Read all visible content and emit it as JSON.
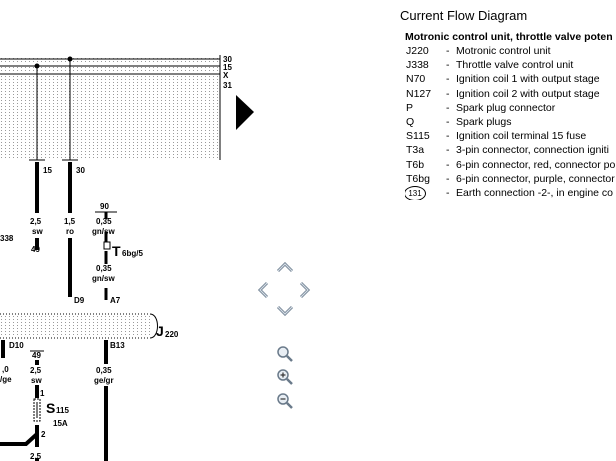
{
  "title": "Current Flow Diagram",
  "legend": {
    "heading": "Motronic control unit, throttle valve poten",
    "items": [
      {
        "code": "J220",
        "desc": "Motronic control unit"
      },
      {
        "code": "J338",
        "desc": "Throttle valve control unit"
      },
      {
        "code": "N70",
        "desc": "Ignition coil 1 with output stage"
      },
      {
        "code": "N127",
        "desc": "Ignition coil 2 with output stage"
      },
      {
        "code": "P",
        "desc": "Spark plug connector"
      },
      {
        "code": "Q",
        "desc": "Spark plugs"
      },
      {
        "code": "S115",
        "desc": "Ignition coil terminal 15 fuse"
      },
      {
        "code": "T3a",
        "desc": "3-pin connector, connection igniti"
      },
      {
        "code": "T6b",
        "desc": "6-pin connector, red, connector po"
      },
      {
        "code": "T6bg",
        "desc": "6-pin connector, purple, connector"
      },
      {
        "code": "131",
        "desc": "Earth connection -2-, in engine co",
        "earth": true
      }
    ]
  },
  "diagram": {
    "bus_labels": [
      "30",
      "15",
      "X",
      "31"
    ],
    "terminal_15": "15",
    "terminal_30": "30",
    "terminal_90": "90",
    "wire_left": {
      "size": "2,5",
      "color": "sw",
      "pin": "49"
    },
    "wire_mid": {
      "size": "1,5",
      "color": "ro",
      "pin": "D9"
    },
    "wire_right_top": {
      "size": "0,35",
      "color": "gn/sw"
    },
    "wire_right_mid": {
      "size": "0,35",
      "color": "gn/sw",
      "pin": "A7"
    },
    "connector_t6bg": {
      "letter": "T",
      "sub": "6bg/5"
    },
    "left_cut_label": "338",
    "j220": {
      "letter": "J",
      "sub": "220"
    },
    "pin_d10": "D10",
    "pin_b13": "B13",
    "wire_lower_left": {
      "size": ",0",
      "color": "/ge"
    },
    "wire_lower_mid": {
      "pin": "49",
      "size": "2,5",
      "color": "sw"
    },
    "wire_lower_right": {
      "size": "0,35",
      "color": "ge/gr"
    },
    "fuse": {
      "letter": "S",
      "sub": "115",
      "rating": "15A",
      "pin_top": "1",
      "pin_bottom": "2"
    },
    "wire_bottom": {
      "size": "2,5"
    }
  },
  "icons": {
    "page_next": "triangle-right-icon",
    "pan_up": "chevron-up-icon",
    "pan_left": "chevron-left-icon",
    "pan_right": "chevron-right-icon",
    "pan_down": "chevron-down-icon",
    "zoom_fit": "zoom-fit-icon",
    "zoom_in": "zoom-in-icon",
    "zoom_out": "zoom-out-icon"
  }
}
